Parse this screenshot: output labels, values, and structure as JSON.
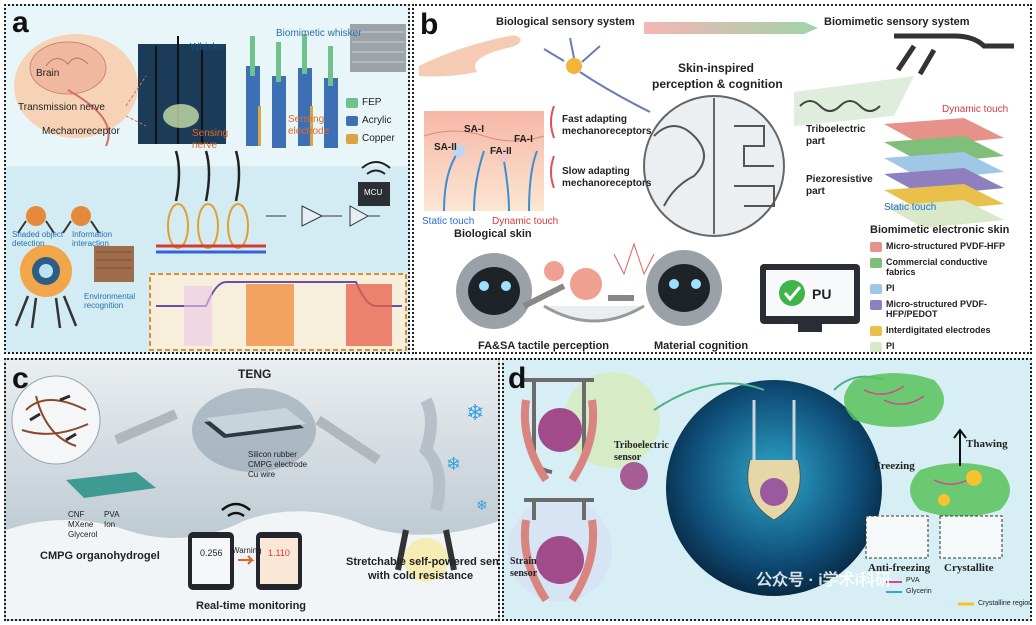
{
  "panel_a": {
    "letter": "a",
    "labels": {
      "brain": "Brain",
      "transmission_nerve": "Transmission nerve",
      "mechanoreceptor": "Mechanoreceptor",
      "whisker": "Whisker",
      "sensing_nerve": "Sensing nerve",
      "biomimetic_whisker": "Biomimetic whisker",
      "sensing_electrode": "Sensing electrode",
      "shaded_object_detection": "Shaded object detection",
      "information_interaction": "Information interaction",
      "environmental_recognition": "Environmental recognition",
      "mcu": "MCU"
    },
    "legend": [
      {
        "label": "FEP",
        "color": "#6fc28a"
      },
      {
        "label": "Acrylic",
        "color": "#3d6fb5"
      },
      {
        "label": "Copper",
        "color": "#d9a441"
      }
    ]
  },
  "panel_b": {
    "letter": "b",
    "labels": {
      "biological_sensory_system": "Biological sensory system",
      "biomimetic_sensory_system": "Biomimetic sensory system",
      "center_title_1": "Skin-inspired",
      "center_title_2": "perception & cognition",
      "sa2": "SA-II",
      "sa1": "SA-I",
      "fa1": "FA-I",
      "fa2": "FA-II",
      "fast_adapting": "Fast adapting mechanoreceptors",
      "slow_adapting": "Slow adapting mechanoreceptors",
      "static_touch_left": "Static touch",
      "dynamic_touch_left": "Dynamic touch",
      "biological_skin": "Biological skin",
      "triboelectric_part": "Triboelectric part",
      "piezoresistive_part": "Piezoresistive part",
      "dynamic_touch_right": "Dynamic touch",
      "static_touch_right": "Static touch",
      "biomimetic_skin": "Biomimetic electronic skin",
      "fasa": "FA&SA tactile perception",
      "material_cognition": "Material cognition",
      "pu": "PU"
    },
    "legend": [
      {
        "label": "Micro-structured PVDF-HFP",
        "color": "#e6928a"
      },
      {
        "label": "Commercial conductive fabrics",
        "color": "#7fbf7a"
      },
      {
        "label": "PI",
        "color": "#9fc7e6"
      },
      {
        "label": "Micro-structured PVDF-HFP/PEDOT",
        "color": "#8f7fbf"
      },
      {
        "label": "Interdigitated electrodes",
        "color": "#e8c04a"
      },
      {
        "label": "PI",
        "color": "#d9e8c8"
      }
    ]
  },
  "panel_c": {
    "letter": "c",
    "labels": {
      "teng": "TENG",
      "silicon_rubber": "Silicon rubber",
      "cmpg_electrode": "CMPG electrode",
      "cu_wire": "Cu wire",
      "cnf": "CNF",
      "pva": "PVA",
      "mxene": "MXene",
      "ion": "Ion",
      "glycerol": "Glycerol",
      "organohydrogel": "CMPG organohydrogel",
      "warning": "Warning",
      "phone_value_1": "0.256",
      "phone_value_2": "1.110",
      "real_time": "Real-time monitoring",
      "caption_1": "Stretchable self-powered sensor",
      "caption_2": "with cold resistance"
    }
  },
  "panel_d": {
    "letter": "d",
    "labels": {
      "triboelectric_sensor": "Triboelectric sensor",
      "strain_sensor": "Strain sensor",
      "thawing": "Thawing",
      "freezing": "Freezing",
      "anti_freezing": "Anti-freezing",
      "crystallite": "Crystallite",
      "pva": "PVA",
      "glycerin": "Glycerin",
      "crystalline_region": "Crystalline region",
      "watermark": "公众号 · i学术i科研"
    }
  }
}
